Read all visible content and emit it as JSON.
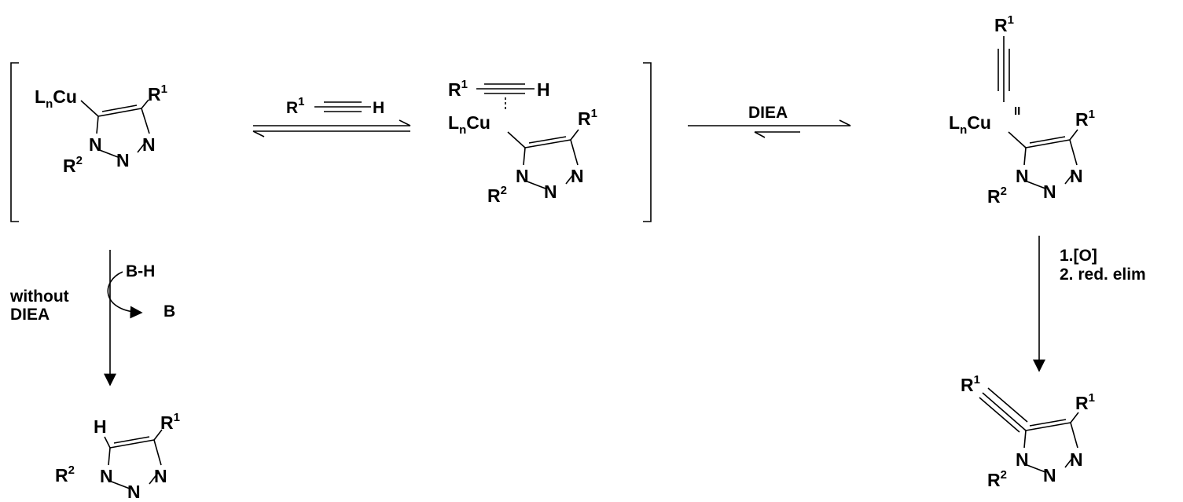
{
  "atoms": {
    "r": "R",
    "one": "1",
    "two": "2",
    "n": "N",
    "h": "H",
    "l": "L",
    "n_sub": "n",
    "cu": "Cu",
    "cu_oxidation": "II"
  },
  "conditions": {
    "alkyne_reagent": "R1—≡—H",
    "diea": "DIEA",
    "proton_source": "B-H",
    "base": "B",
    "without_diea_line1": "without",
    "without_diea_line2": "DIEA",
    "step1": "1.[O]",
    "step2": "2. red. elim"
  },
  "colors": {
    "ink": "#000000",
    "background": "#ffffff"
  }
}
